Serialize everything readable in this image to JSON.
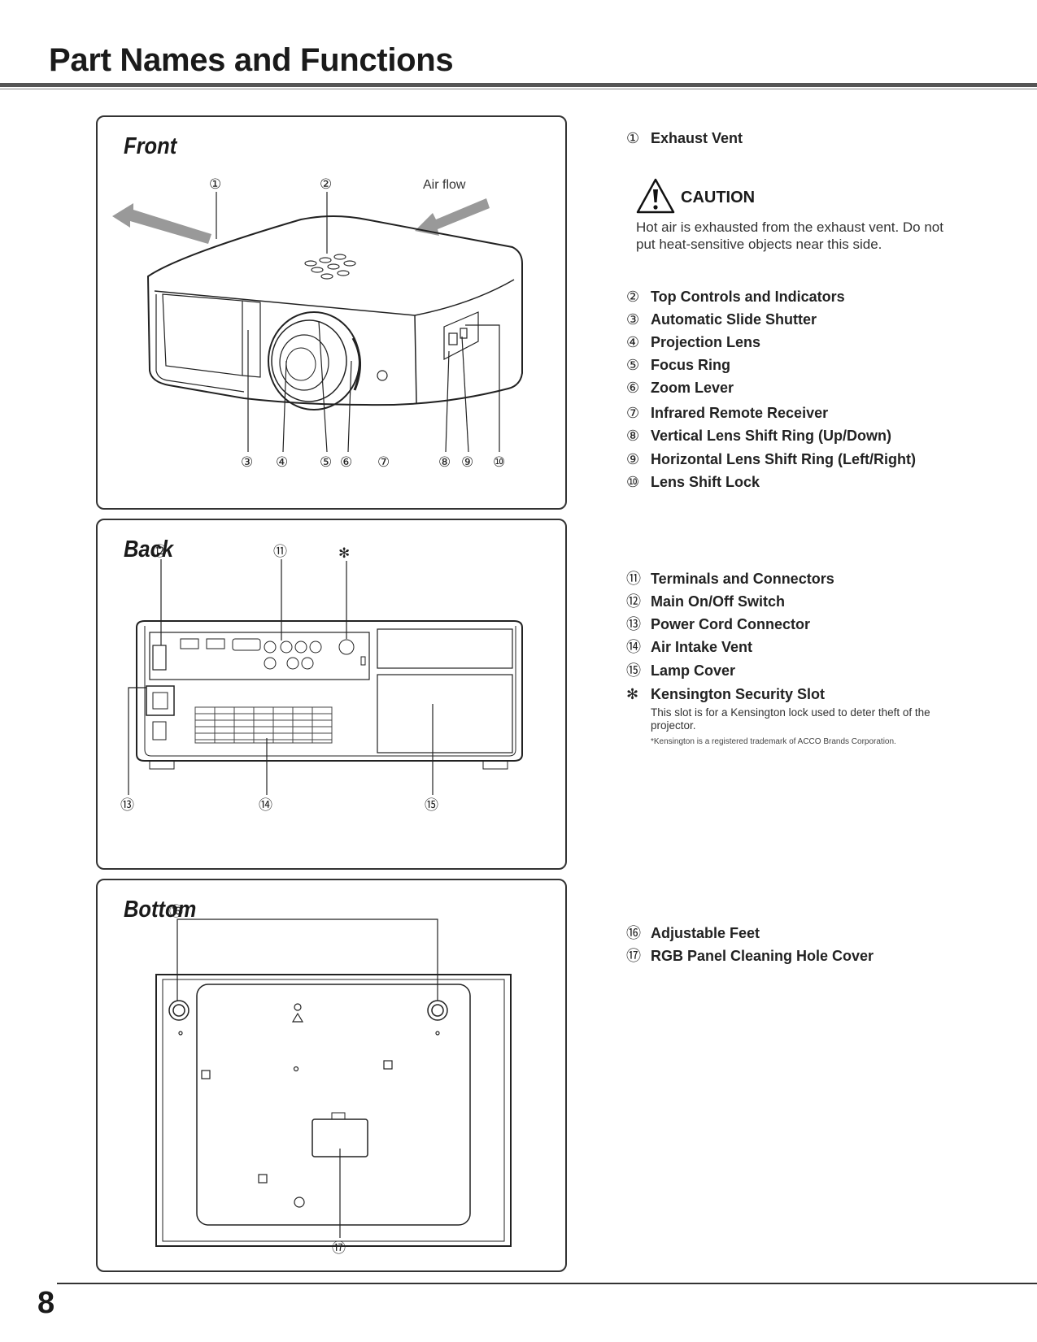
{
  "page": {
    "title": "Part Names and Functions",
    "number": "8"
  },
  "panels": {
    "front": {
      "title": "Front",
      "airflow_label": "Air flow",
      "callouts": [
        "①",
        "②",
        "③",
        "④",
        "⑤",
        "⑥",
        "⑦",
        "⑧",
        "⑨",
        "⑩"
      ]
    },
    "back": {
      "title": "Back",
      "callouts": [
        "⑫",
        "⑪",
        "✻",
        "⑬",
        "⑭",
        "⑮"
      ]
    },
    "bottom": {
      "title": "Bottom",
      "callouts": [
        "⑯",
        "⑰"
      ]
    }
  },
  "descriptions": {
    "item1": {
      "num": "①",
      "label": "Exhaust Vent"
    },
    "caution": {
      "title": "CAUTION",
      "text": "Hot air is exhausted from the exhaust vent. Do not put heat-sensitive objects near this side."
    },
    "front_items": [
      {
        "num": "②",
        "label": "Top Controls and Indicators"
      },
      {
        "num": "③",
        "label": "Automatic Slide Shutter"
      },
      {
        "num": "④",
        "label": "Projection Lens"
      },
      {
        "num": "⑤",
        "label": "Focus Ring"
      },
      {
        "num": "⑥",
        "label": "Zoom Lever"
      },
      {
        "num": "⑦",
        "label": "Infrared Remote Receiver"
      },
      {
        "num": "⑧",
        "label": "Vertical Lens Shift Ring (Up/Down)"
      },
      {
        "num": "⑨",
        "label": "Horizontal Lens Shift Ring (Left/Right)"
      },
      {
        "num": "⑩",
        "label": "Lens Shift Lock"
      }
    ],
    "back_items": [
      {
        "num": "⑪",
        "label": "Terminals and Connectors"
      },
      {
        "num": "⑫",
        "label": "Main On/Off Switch"
      },
      {
        "num": "⑬",
        "label": "Power Cord Connector"
      },
      {
        "num": "⑭",
        "label": "Air Intake Vent"
      },
      {
        "num": "⑮",
        "label": "Lamp Cover"
      }
    ],
    "kensington": {
      "num": "✻",
      "label": "Kensington Security Slot",
      "text": "This slot is for a Kensington lock used to deter theft of the projector.",
      "note": "*Kensington is a registered trademark of ACCO Brands Corporation."
    },
    "bottom_items": [
      {
        "num": "⑯",
        "label": "Adjustable Feet"
      },
      {
        "num": "⑰",
        "label": "RGB Panel Cleaning Hole Cover"
      }
    ]
  },
  "colors": {
    "ink": "#1a1a1a",
    "rule": "#555555",
    "arrow": "#999999"
  }
}
